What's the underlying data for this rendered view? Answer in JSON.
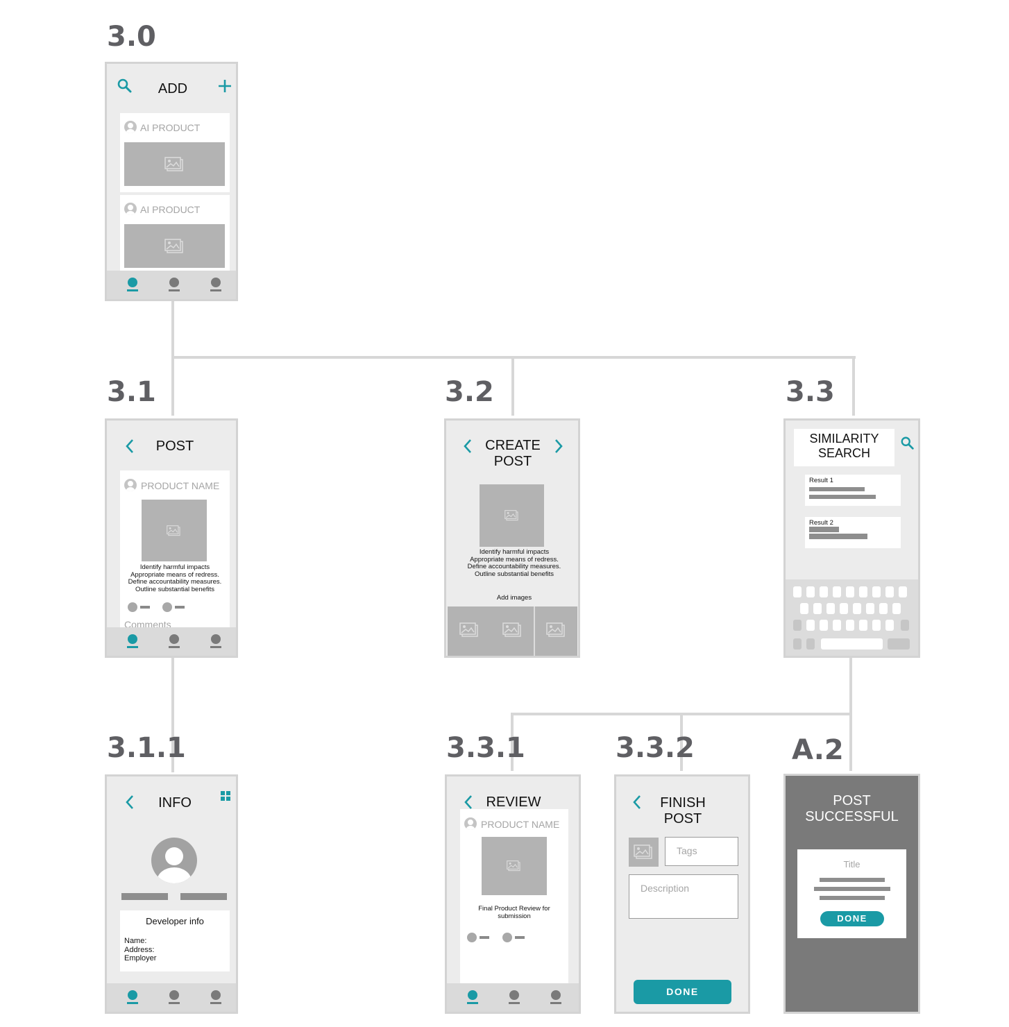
{
  "labels": {
    "s30": "3.0",
    "s31": "3.1",
    "s32": "3.2",
    "s33": "3.3",
    "s311": "3.1.1",
    "s331": "3.3.1",
    "s332": "3.3.2",
    "a2": "A.2"
  },
  "screen_30": {
    "title": "ADD",
    "card1_label": "AI PRODUCT",
    "card2_label": "AI PRODUCT"
  },
  "screen_31": {
    "title": "POST",
    "product_name": "PRODUCT NAME",
    "line1": "Identify harmful impacts",
    "line2": "Appropriate means of redress.",
    "line3": "Define accountability measures.",
    "line4": "Outline substantial benefits",
    "comments": "Comments"
  },
  "screen_32": {
    "title_line1": "CREATE",
    "title_line2": "POST",
    "line1": "Identify harmful impacts",
    "line2": "Appropriate means of redress.",
    "line3": "Define accountability measures.",
    "line4": "Outline substantial benefits",
    "add_images": "Add images"
  },
  "screen_33": {
    "title_line1": "SIMILARITY",
    "title_line2": "SEARCH",
    "result1": "Result 1",
    "result2": "Result 2"
  },
  "screen_311": {
    "title": "INFO",
    "dev_heading": "Developer info",
    "name": "Name:",
    "address": "Address:",
    "employer": "Employer"
  },
  "screen_331": {
    "title": "REVIEW",
    "product_name": "PRODUCT NAME",
    "line1": "Final Product Review for",
    "line2": "submission"
  },
  "screen_332": {
    "title_line1": "FINISH",
    "title_line2": "POST",
    "tags_placeholder": "Tags",
    "description_placeholder": "Description",
    "done": "DONE"
  },
  "screen_a2": {
    "title_line1": "POST",
    "title_line2": "SUCCESSFUL",
    "card_title": "Title",
    "done": "DONE"
  },
  "colors": {
    "accent": "#1a9aa5",
    "connector": "#d7d7d7",
    "label": "#5f5f63",
    "modal_bg": "#7a7a7a"
  },
  "icons": [
    "search-icon",
    "plus-icon",
    "chevron-left-icon",
    "chevron-right-icon",
    "image-icon",
    "grid-icon",
    "avatar-icon",
    "tab-icon"
  ]
}
